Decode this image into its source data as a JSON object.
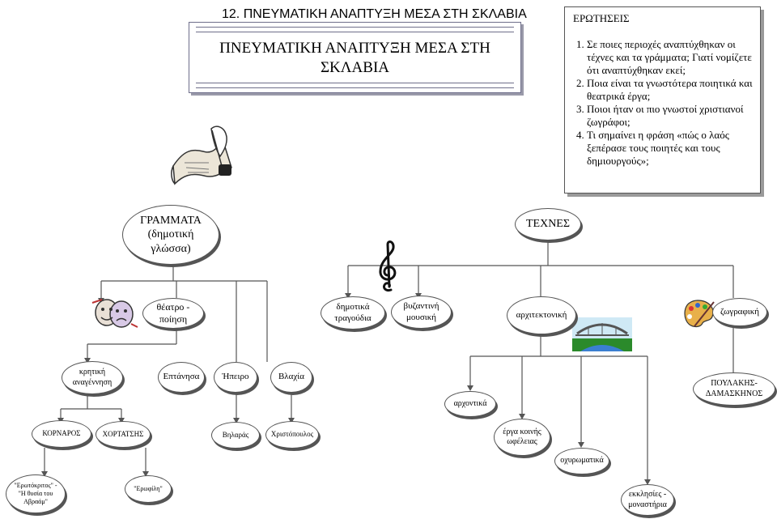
{
  "title": "12.  ΠΝΕΥΜΑΤΙΚΗ ΑΝΑΠΤΥΞΗ ΜΕΣΑ ΣΤΗ ΣΚΛΑΒΙΑ",
  "header_box": {
    "text": "ΠΝΕΥΜΑΤΙΚΗ ΑΝΑΠΤΥΞΗ ΜΕΣΑ ΣΤΗ ΣΚΛΑΒΙΑ"
  },
  "questions": {
    "title": "ΕΡΩΤΗΣΕΙΣ",
    "items": [
      "Σε ποιες περιοχές αναπτύχθηκαν οι τέχνες και τα γράμματα; Γιατί νομίζετε ότι αναπτύχθηκαν εκεί;",
      "Ποια είναι  τα γνωστότερα ποιητικά και θεατρικά έργα;",
      "Ποιοι ήταν οι πιο γνωστοί χριστιανοί ζωγράφοι;",
      "Τι σημαίνει η φράση «πώς ο λαός ξεπέρασε τους ποιητές και τους δημιουργούς»;"
    ]
  },
  "nodes": {
    "grammata": "ΓΡΑΜΜΑΤΑ (δημοτική γλώσσα)",
    "texnes": "ΤΕΧΝΕΣ",
    "theatro": "θέατρο - ποίηση",
    "dimotika": "δημοτικά τραγούδια",
    "vyzantini": "βυζαντινή μουσική",
    "arxitektoniki": "αρχιτεκτονική",
    "zografiki": "ζωγραφική",
    "kritiki": "κρητική αναγέννηση",
    "eptanisa": "Επτάνησα",
    "ipeiros": "Ήπειρο",
    "vlachia": "Βλαχία",
    "arxontika": "αρχοντικά",
    "poulakis": "ΠΟΥΛΑΚΗΣ-ΔΑΜΑΣΚΗΝΟΣ",
    "kornaros": "ΚΟΡΝΑΡΟΣ",
    "chortatsis": "ΧΟΡΤΑΤΣΗΣ",
    "vilaras": "Βηλαράς",
    "christopoulos": "Χριστόπουλος",
    "erga": "έργα κοινής ωφέλειας",
    "ochyromatika": "οχυρωματικά",
    "erotokritos": "\"Ερωτόκριτος\" - \"Η θυσία του Αβραάμ\"",
    "erofili": "\"Ερωφίλη\"",
    "ekklisies": "εκκλησίες - μοναστήρια"
  },
  "icons": [
    "scroll-quill-icon",
    "treble-clef-icon",
    "theatre-masks-icon",
    "bridge-icon",
    "palette-icon"
  ]
}
